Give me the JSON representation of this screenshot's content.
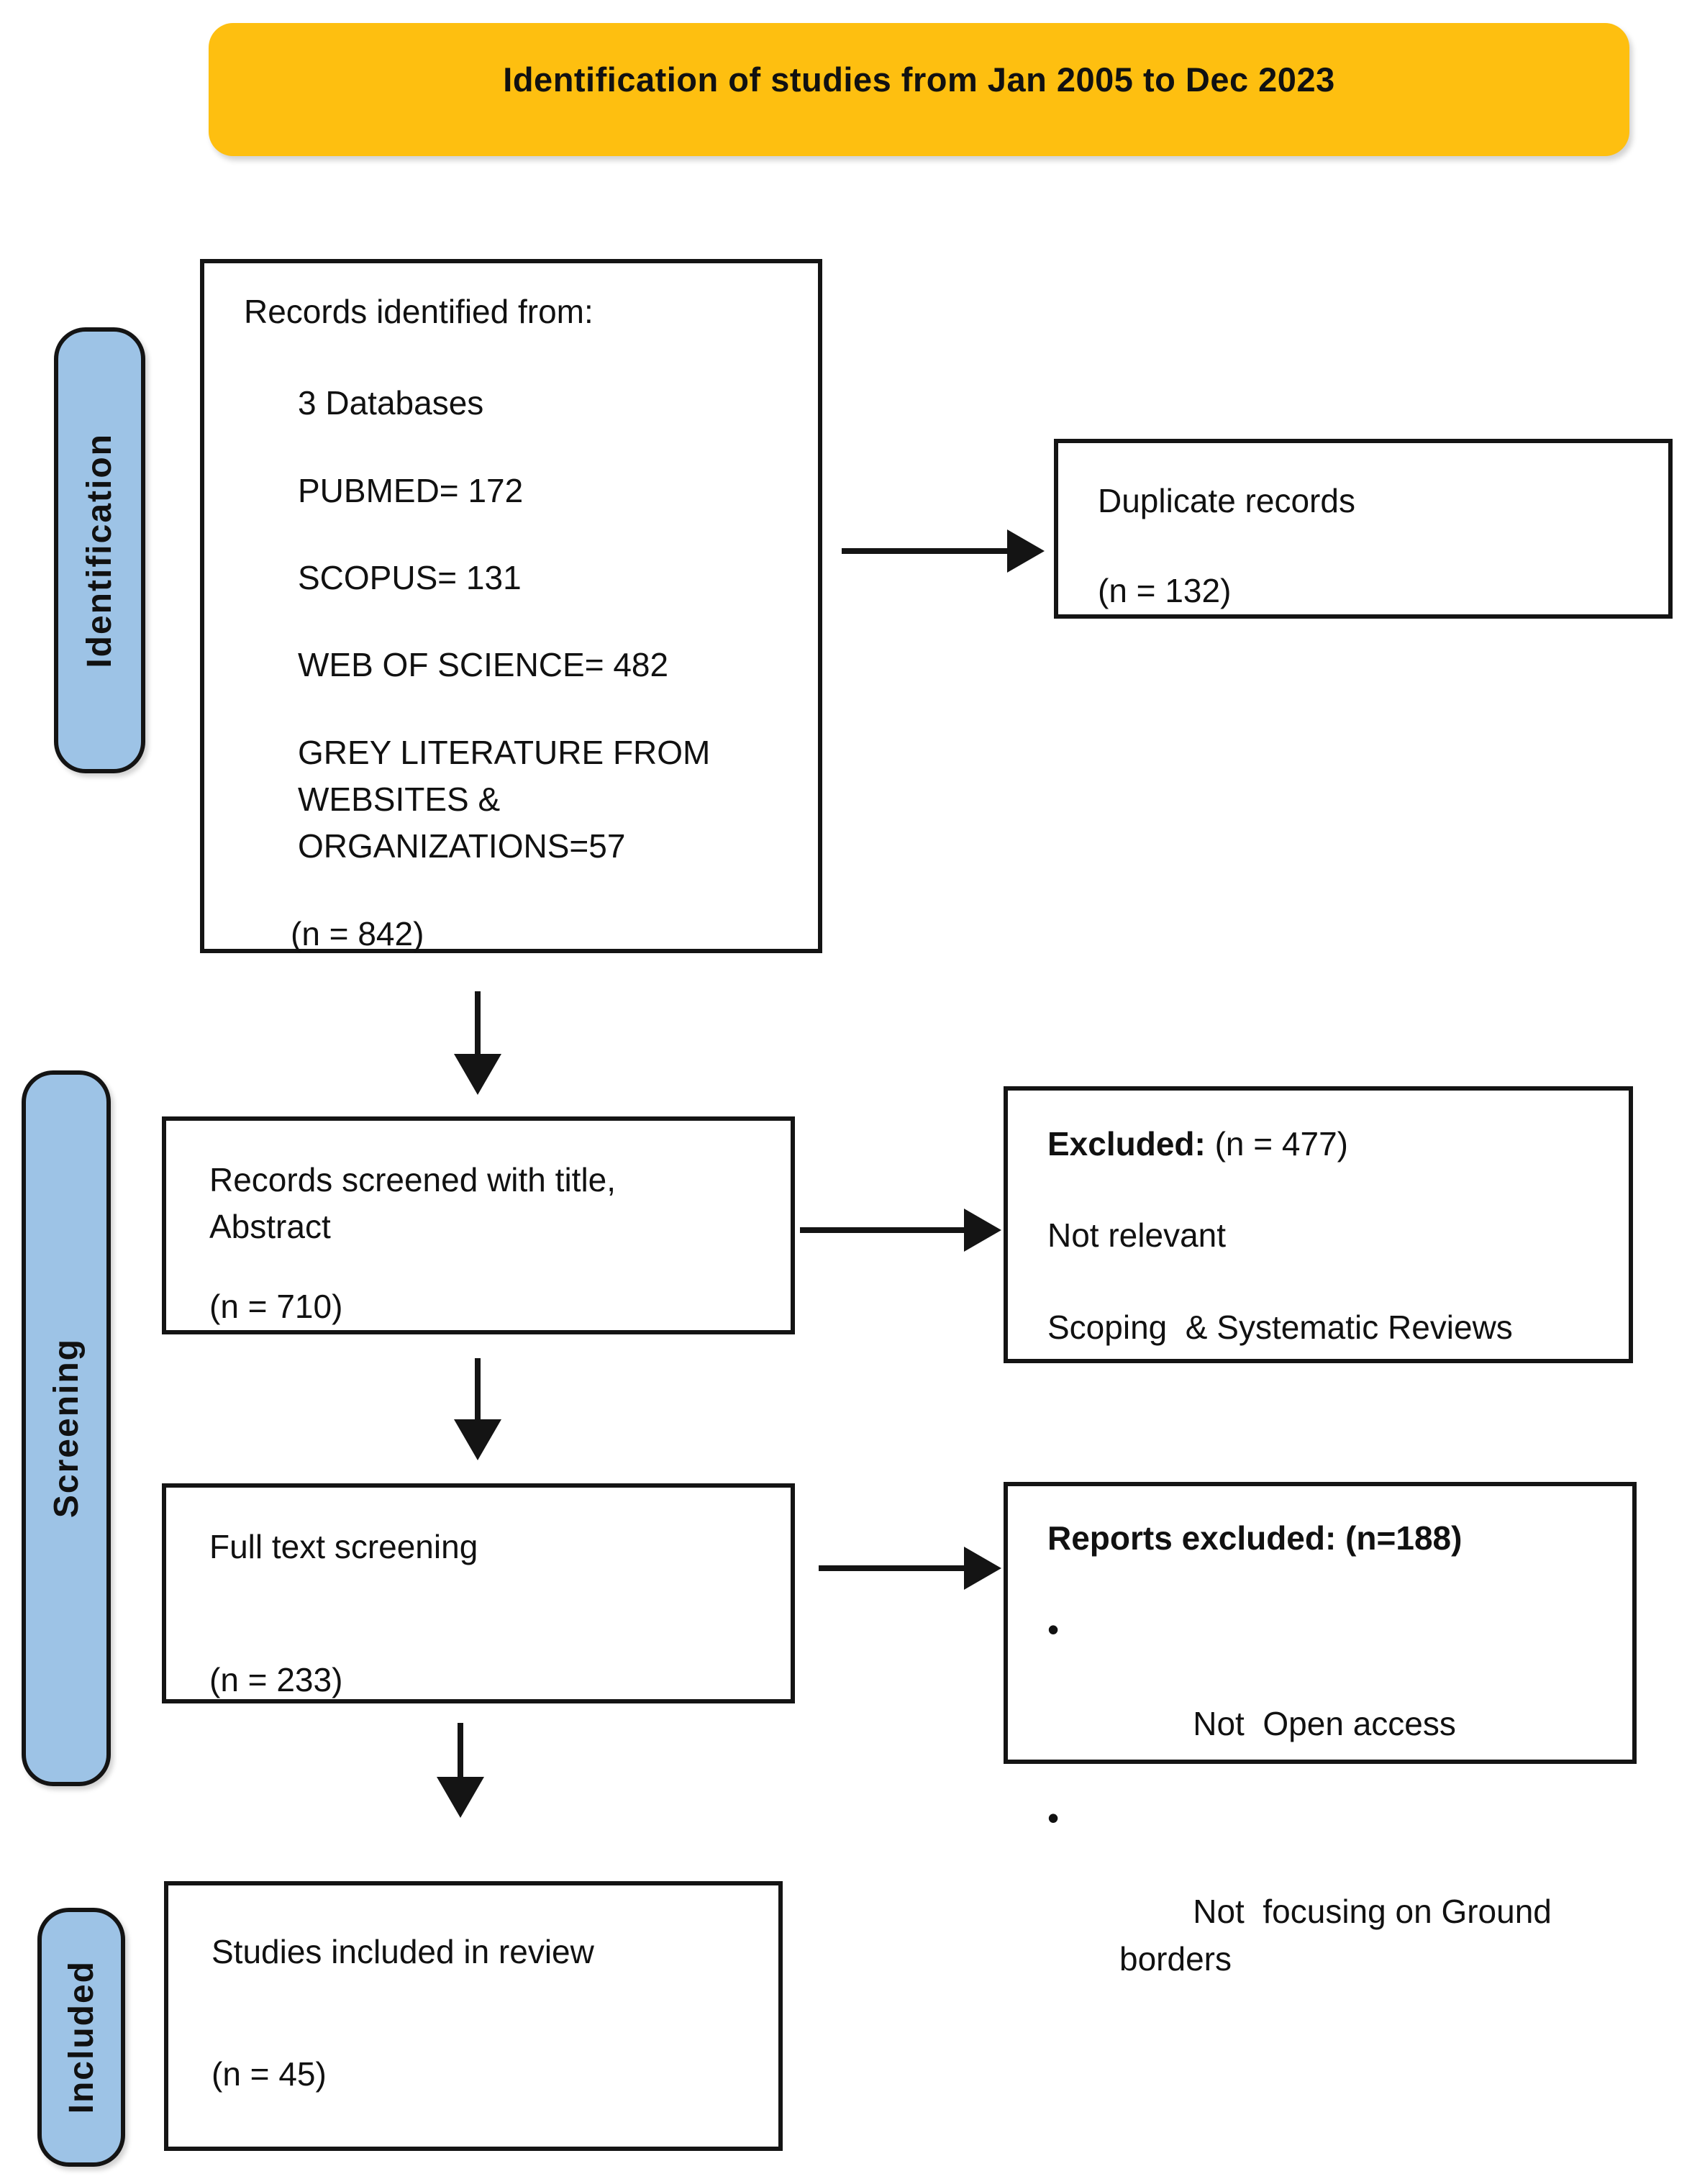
{
  "banner": {
    "label": "Identification of studies from Jan 2005 to Dec 2023"
  },
  "stages": [
    {
      "label": "Identification"
    },
    {
      "label": "Screening"
    },
    {
      "label": "Included"
    }
  ],
  "ui": {
    "bullet_char": "•"
  },
  "colors": {
    "banner_bg": "#FEBF10",
    "stage_bg": "#9DC3E6",
    "line_color": "#141414"
  },
  "boxes": {
    "records_identified": {
      "title": "Records identified from:",
      "items": [
        "3 Databases",
        "PUBMED= 172",
        "SCOPUS= 131",
        "WEB OF SCIENCE= 482",
        "GREY LITERATURE FROM WEBSITES & ORGANIZATIONS=57"
      ],
      "count": "(n = 842)"
    },
    "duplicate_records": {
      "line1": "Duplicate records",
      "count": "(n = 132)"
    },
    "records_screened": {
      "line1": "Records screened with title,",
      "line2": "Abstract",
      "count": "(n = 710)"
    },
    "excluded": {
      "title_bold": "Excluded:",
      "title_rest": " (n = 477)",
      "lines": [
        "Not relevant",
        "Scoping  & Systematic Reviews"
      ]
    },
    "full_text_screening": {
      "line1": "Full text screening",
      "count": "(n = 233)"
    },
    "reports_excluded": {
      "title": "Reports excluded: (n=188)",
      "bullets": [
        "Not  Open access",
        "Not  focusing on Ground borders"
      ]
    },
    "studies_included": {
      "line1": "Studies included in review",
      "count": "(n = 45)"
    }
  }
}
